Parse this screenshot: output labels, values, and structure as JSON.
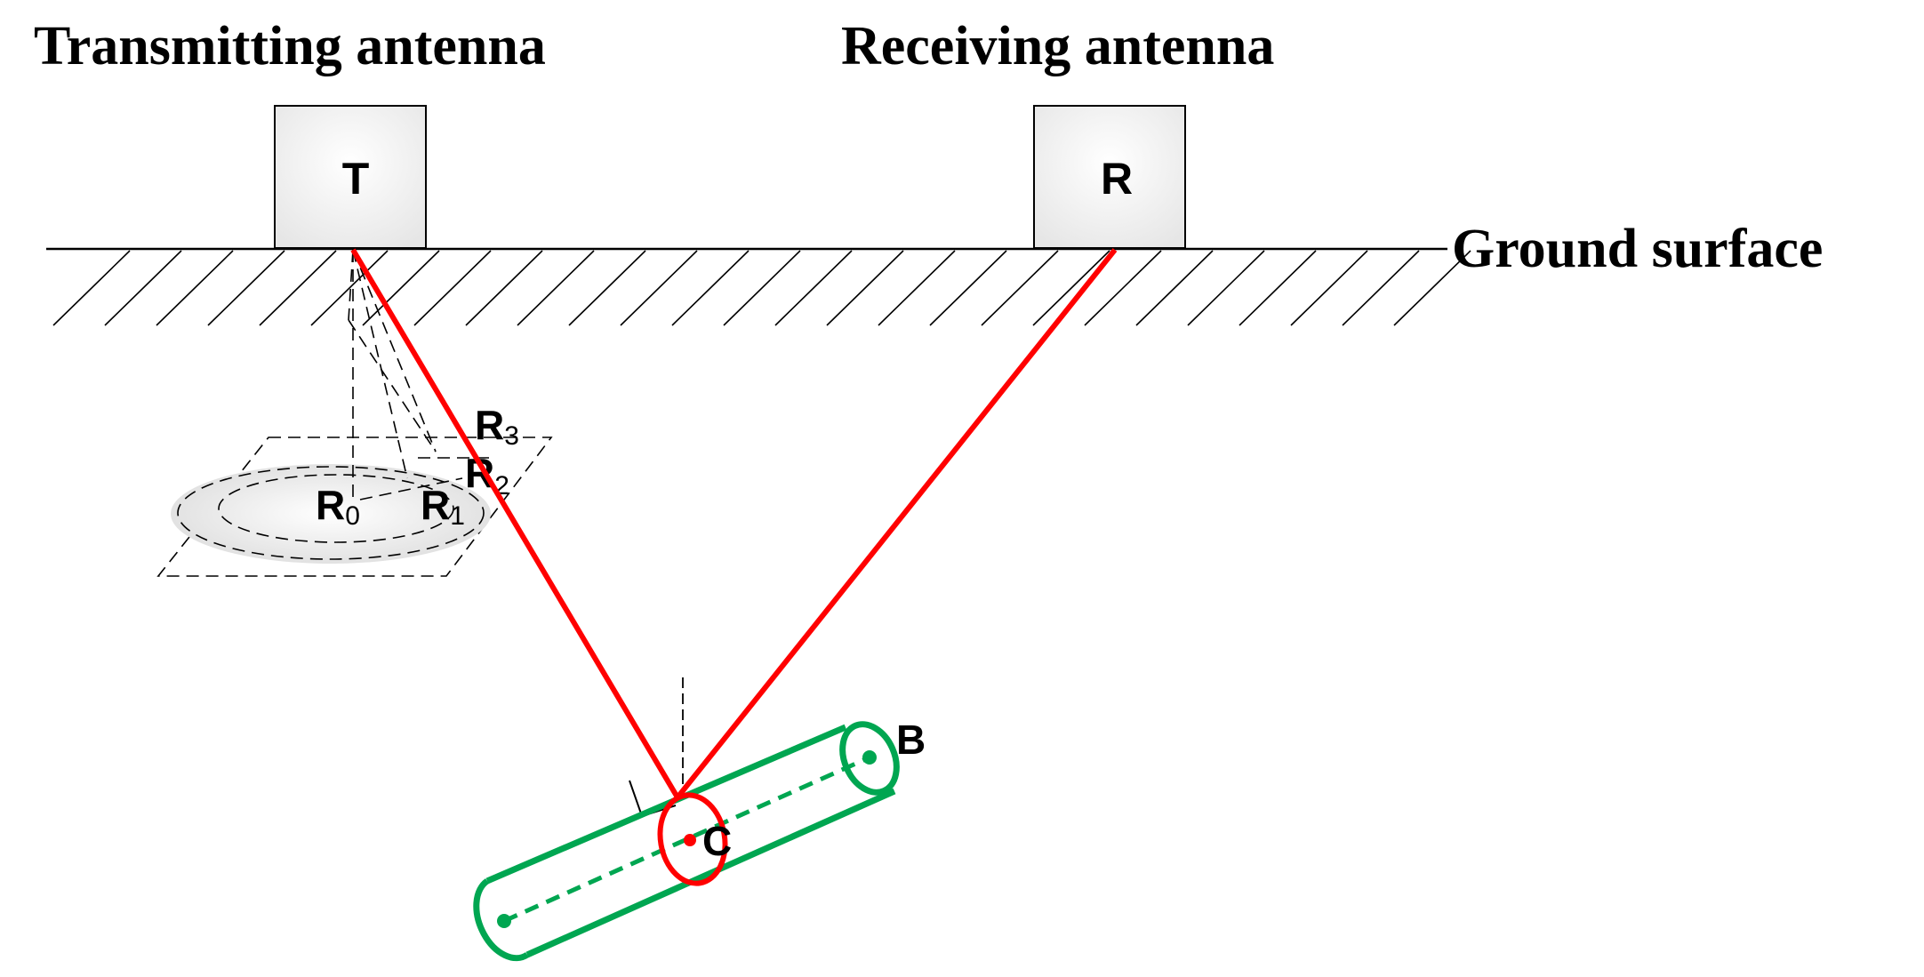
{
  "labels": {
    "transmitting_antenna": "Transmitting antenna",
    "receiving_antenna": "Receiving antenna",
    "ground_surface": "Ground surface",
    "transmitter_box": "T",
    "receiver_box": "R",
    "point_b": "B",
    "point_c": "C"
  },
  "zones": [
    {
      "letter": "R",
      "sub": "3"
    },
    {
      "letter": "R",
      "sub": "2"
    },
    {
      "letter": "R",
      "sub": "0"
    },
    {
      "letter": "R",
      "sub": "1"
    }
  ],
  "colors": {
    "ray": "#ff0000",
    "pipe": "#00a651",
    "box_fill": "#f2f2f2",
    "line": "#000000"
  }
}
